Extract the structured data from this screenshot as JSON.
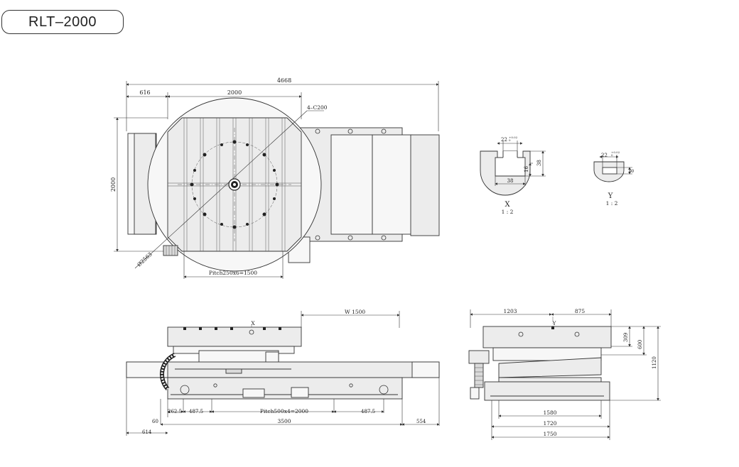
{
  "model": "RLT–2000",
  "top_view": {
    "overall_width": "4668",
    "left_offset": "616",
    "table_width": "2000",
    "height": "2000",
    "chamfer": "4–C200",
    "diameter": "Ø2563",
    "pitch": "Pitch250x6=1500"
  },
  "detail_x": {
    "slot": "22",
    "tol": "+0.02\n0",
    "depth": "38",
    "inner": "16",
    "base": "38",
    "label": "X",
    "scale": "1 : 2"
  },
  "detail_y": {
    "slot": "22",
    "tol": "+0.02\n0",
    "depth": "8",
    "label": "Y",
    "scale": "1 : 2"
  },
  "front_view": {
    "marker": "X",
    "width_label": "W 1500",
    "d_262_5": "262.5",
    "d_487_5_left": "487.5",
    "pitch": "Pitch500x4=2000",
    "d_487_5_right": "487.5",
    "d_60": "60",
    "d_3500": "3500",
    "d_554": "554",
    "d_614": "614"
  },
  "side_view": {
    "d_1203": "1203",
    "d_875": "875",
    "marker": "Y",
    "d_309": "309",
    "d_600": "600",
    "d_1120": "1120",
    "d_1580": "1580",
    "d_1720": "1720",
    "d_1750": "1750"
  }
}
